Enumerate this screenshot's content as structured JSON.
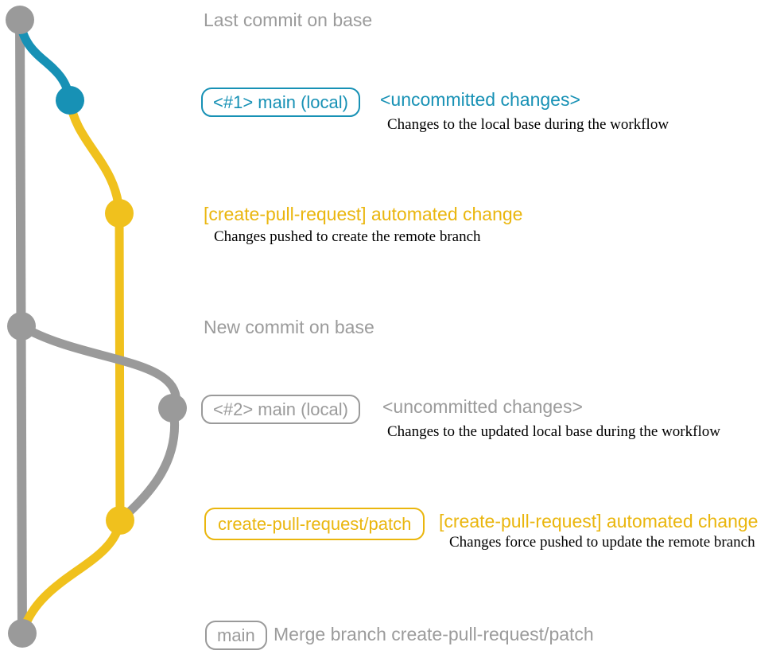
{
  "colors": {
    "gray": "#9a9a9a",
    "gray_text": "#9b9b9b",
    "teal": "#1791b5",
    "yellow": "#f0c11d",
    "yellow_text": "#eab60e",
    "caption": "#000000",
    "background": "#ffffff"
  },
  "graph": {
    "branches": [
      {
        "name": "base",
        "color": "#9a9a9a"
      },
      {
        "name": "main (local)",
        "color": "#1791b5"
      },
      {
        "name": "create-pull-request/patch",
        "color": "#f0c11d"
      }
    ],
    "commit_count": 7
  },
  "rows": [
    {
      "type": "annotation",
      "text": "Last commit on base"
    },
    {
      "type": "commit",
      "badge": "<#1> main (local)",
      "heading": "<uncommitted changes>",
      "caption": "Changes to the local base during the workflow",
      "color": "teal"
    },
    {
      "type": "commit",
      "heading": "[create-pull-request] automated change",
      "caption": "Changes pushed to create the remote branch",
      "color": "yellow"
    },
    {
      "type": "annotation",
      "text": "New commit on base"
    },
    {
      "type": "commit",
      "badge": "<#2> main (local)",
      "heading": "<uncommitted changes>",
      "caption": "Changes to the updated local base during the workflow",
      "color": "gray"
    },
    {
      "type": "commit",
      "badge": "create-pull-request/patch",
      "heading": "[create-pull-request] automated change",
      "caption": "Changes force pushed to update the remote branch",
      "color": "yellow"
    },
    {
      "type": "commit",
      "badge": "main",
      "heading": "Merge branch create-pull-request/patch",
      "color": "gray"
    }
  ]
}
